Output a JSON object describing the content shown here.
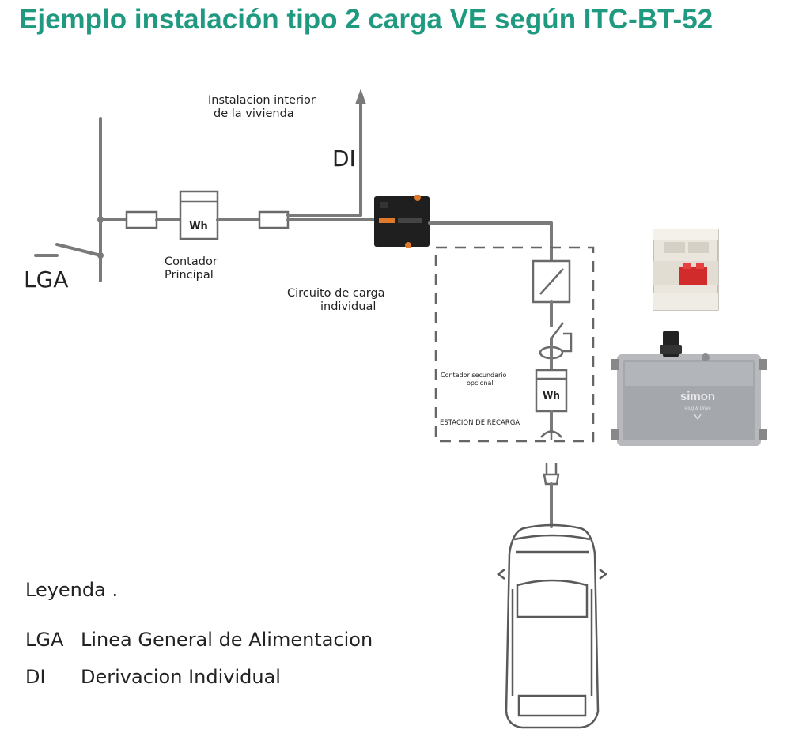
{
  "title": "Ejemplo instalación tipo 2 carga VE según ITC-BT-52",
  "colors": {
    "title": "#1f9a80",
    "wire": "#7a7a7a",
    "text": "#222222"
  },
  "labels": {
    "interior_line1": "Instalacion interior",
    "interior_line2": "de la vivienda",
    "di": "DI",
    "lga": "LGA",
    "meter_main": "Wh",
    "contador_line1": "Contador",
    "contador_line2": "Principal",
    "circuito_line1": "Circuito de carga",
    "circuito_line2": "individual",
    "secondary_line1": "Contador secundario",
    "secondary_line2": "opcional",
    "meter_secondary": "Wh",
    "estacion": "ESTACION DE RECARGA",
    "brand": "simon",
    "brand_sub": "Plug & Drive"
  },
  "legend": {
    "heading": "Leyenda .",
    "items": [
      {
        "code": "LGA",
        "text": "Linea General de Alimentacion"
      },
      {
        "code": "DI",
        "text": "Derivacion Individual"
      }
    ]
  },
  "icons": [
    "breaker-photo-icon",
    "charger-box-icon",
    "protection-device-icon",
    "car-top-view-icon",
    "plug-icon",
    "switch-icon"
  ]
}
